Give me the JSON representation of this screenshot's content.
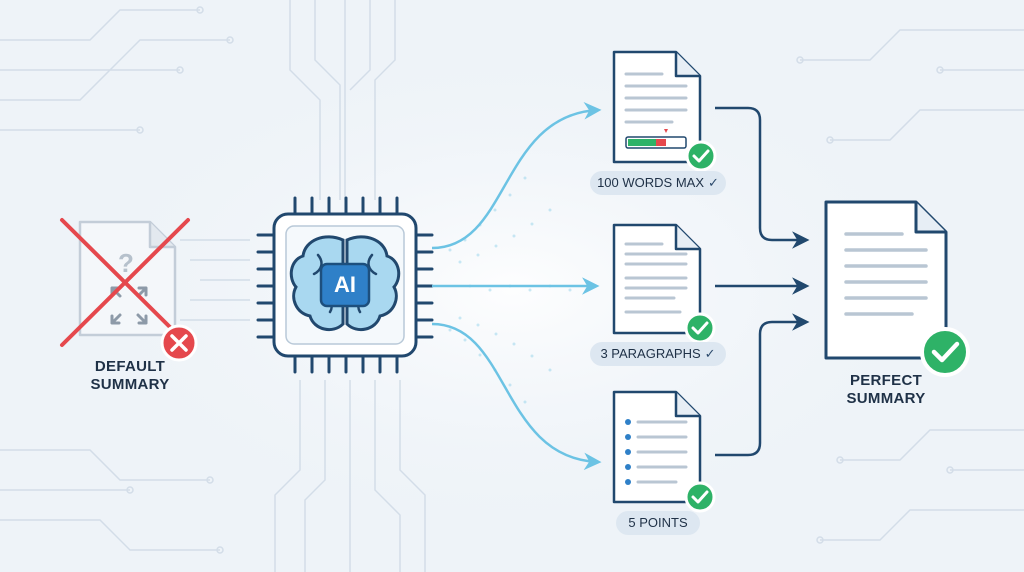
{
  "input": {
    "label_line1": "DEFAULT",
    "label_line2": "SUMMARY",
    "status": "rejected"
  },
  "processor": {
    "chip_label": "AI"
  },
  "constraints": [
    {
      "label": "100 WORDS MAX",
      "check": "✓",
      "status": "accepted"
    },
    {
      "label": "3 PARAGRAPHS",
      "check": "✓",
      "status": "accepted"
    },
    {
      "label": "5 POINTS",
      "check": "",
      "status": "accepted"
    }
  ],
  "output": {
    "label_line1": "PERFECT",
    "label_line2": "SUMMARY",
    "status": "accepted"
  },
  "colors": {
    "background": "#eef3f8",
    "flow_blue": "#6cc3e4",
    "navy": "#21486e",
    "success_green": "#2eb267",
    "error_red": "#e5484d",
    "circuit_line": "#d3dde8"
  }
}
